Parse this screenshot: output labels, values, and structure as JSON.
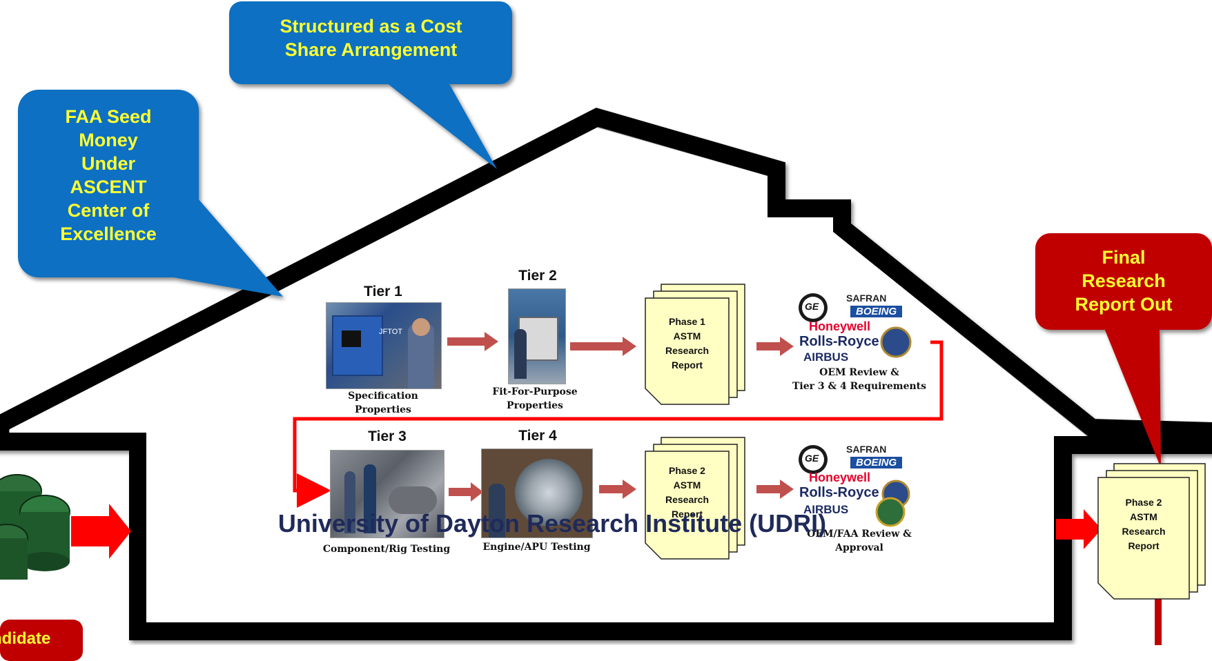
{
  "callouts": {
    "cost_share": "Structured as a Cost Share Arrangement",
    "faa_seed": [
      "FAA Seed",
      "Money",
      "Under",
      "ASCENT",
      "Center of",
      "Excellence"
    ],
    "final_report": [
      "Final",
      "Research",
      "Report Out"
    ],
    "candidate_partial": "ndidate"
  },
  "row1": {
    "tier1": {
      "label": "Tier 1",
      "caption": [
        "Specification",
        "Properties"
      ],
      "photo_text": "JFTOT"
    },
    "tier2": {
      "label": "Tier 2",
      "caption": [
        "Fit-For-Purpose",
        "Properties"
      ]
    },
    "report": [
      "Phase 1",
      "ASTM",
      "Research",
      "Report"
    ],
    "oem_caption": [
      "OEM Review &",
      "Tier 3 & 4 Requirements"
    ]
  },
  "row2": {
    "tier3": {
      "label": "Tier 3",
      "caption": "Component/Rig Testing"
    },
    "tier4": {
      "label": "Tier 4",
      "caption": "Engine/APU Testing"
    },
    "report": [
      "Phase 2",
      "ASTM",
      "Research",
      "Report"
    ],
    "oem_caption": [
      "OEM/FAA Review &",
      "Approval"
    ]
  },
  "external_report": [
    "Phase 2",
    "ASTM",
    "Research",
    "Report"
  ],
  "logos": {
    "ge": "GE",
    "safran": "SAFRAN",
    "boeing": "BOEING",
    "honeywell": "Honeywell",
    "rolls": "Rolls-Royce",
    "airbus": "AIRBUS"
  },
  "house_title": "University of Dayton Research Institute (UDRI)",
  "colors": {
    "callout_blue": "#0a6fc2",
    "callout_red": "#c00000",
    "callout_text": "#ffff33",
    "arrow": "#c0504d",
    "connector": "#ff0000",
    "doc_fill": "#ffffc4",
    "title": "#1f2a5a"
  }
}
